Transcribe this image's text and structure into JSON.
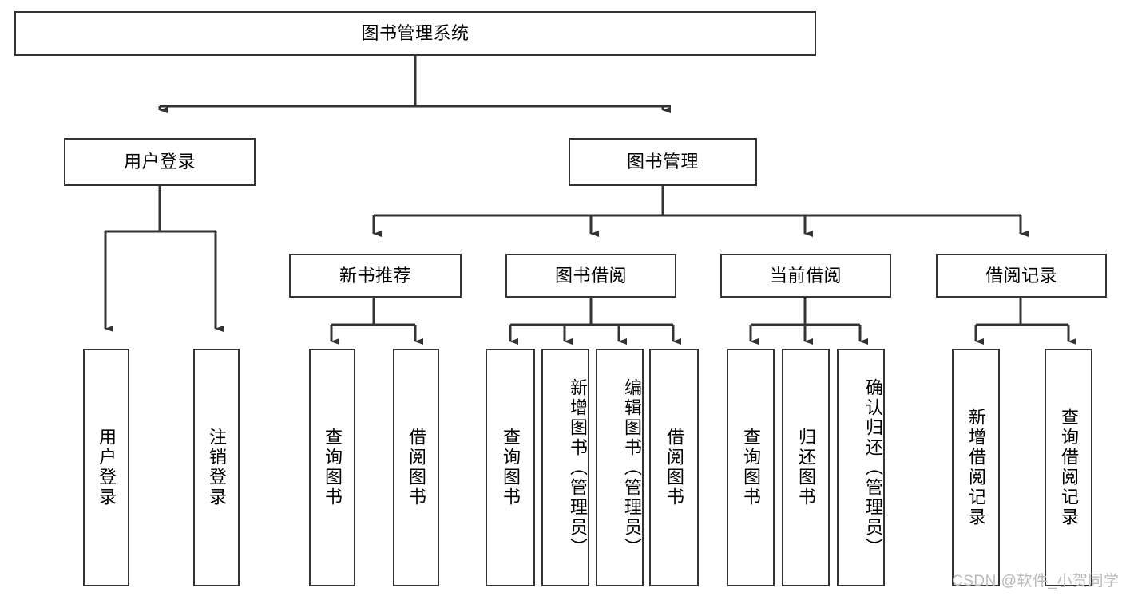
{
  "diagram": {
    "title": "图书管理系统",
    "type": "function-decomposition-tree",
    "background_color": "#ffffff",
    "line_color": "#333333",
    "box_border_color": "#333333",
    "box_fill_color": "#ffffff",
    "text_color": "#000000"
  },
  "nodes": {
    "root": {
      "label": "图书管理系统",
      "level": 0
    },
    "user_login": {
      "label": "用户登录",
      "level": 1
    },
    "book_manage": {
      "label": "图书管理",
      "level": 1
    },
    "new_book_rec": {
      "label": "新书推荐",
      "level": 2
    },
    "book_borrow": {
      "label": "图书借阅",
      "level": 2
    },
    "current_borrow": {
      "label": "当前借阅",
      "level": 2
    },
    "borrow_record": {
      "label": "借阅记录",
      "level": 2
    },
    "leaf_user_login": {
      "label": "用户登录",
      "level": 3
    },
    "leaf_logout": {
      "label": "注销登录",
      "level": 3
    },
    "leaf_query_book_1": {
      "label": "查询图书",
      "level": 3
    },
    "leaf_borrow_book_1": {
      "label": "借阅图书",
      "level": 3
    },
    "leaf_query_book_2": {
      "label": "查询图书",
      "level": 3
    },
    "leaf_add_book": {
      "label": "新增图书（管理员）",
      "level": 3
    },
    "leaf_edit_book": {
      "label": "编辑图书（管理员）",
      "level": 3
    },
    "leaf_borrow_book_2": {
      "label": "借阅图书",
      "level": 3
    },
    "leaf_query_book_3": {
      "label": "查询图书",
      "level": 3
    },
    "leaf_return_book": {
      "label": "归还图书",
      "level": 3
    },
    "leaf_confirm_return": {
      "label": "确认归还（管理员）",
      "level": 3
    },
    "leaf_add_record": {
      "label": "新增借阅记录",
      "level": 3
    },
    "leaf_query_record": {
      "label": "查询借阅记录",
      "level": 3
    }
  },
  "watermark": {
    "text": "CSDN @软件_小贺同学"
  }
}
